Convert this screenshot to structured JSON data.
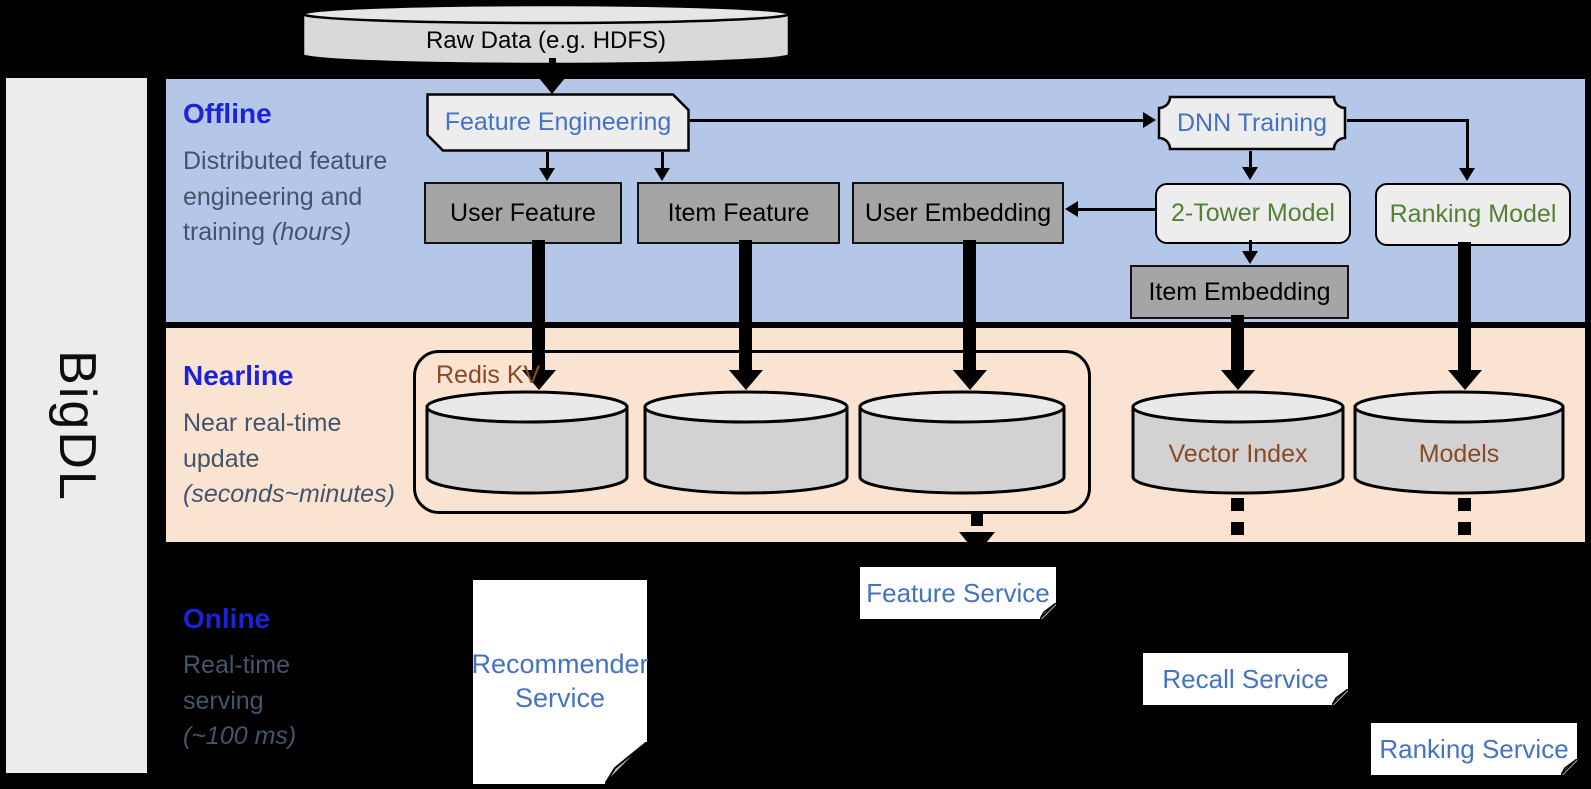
{
  "brand": "BigDL",
  "source": {
    "label": "Raw Data (e.g. HDFS)"
  },
  "sections": {
    "offline": {
      "title": "Offline",
      "description": "Distributed feature engineering and training",
      "duration": "(hours)"
    },
    "nearline": {
      "title": "Nearline",
      "description": "Near real-time update",
      "duration": "(seconds~minutes)"
    },
    "online": {
      "title": "Online",
      "description": "Real-time serving",
      "duration": "(~100 ms)"
    }
  },
  "nodes": {
    "feature_engineering": "Feature Engineering",
    "user_feature": "User Feature",
    "item_feature": "Item Feature",
    "user_embedding": "User Embedding",
    "dnn_training": "DNN Training",
    "two_tower_model": "2-Tower Model",
    "ranking_model": "Ranking Model",
    "item_embedding": "Item Embedding",
    "redis_kv": "Redis KV",
    "vector_index": "Vector Index",
    "models": "Models",
    "recommender_service": "Recommender Service",
    "feature_service": "Feature Service",
    "recall_service": "Recall Service",
    "ranking_service": "Ranking Service"
  },
  "colors": {
    "background": "#000000",
    "offline_band": "#b5c7e8",
    "nearline_band": "#fbe3d2",
    "sidebar": "#ececec",
    "section_title_blue": "#1c22d6",
    "body_text": "#44546a",
    "shape_text_blue": "#4472c4",
    "shape_text_green": "#548235",
    "storage_text_brown": "#8a4a22",
    "dark_box": "#a5a5a5",
    "light_box": "#ededee",
    "cylinder_body": "#d2d2d2",
    "cylinder_top": "#e9e9e9"
  }
}
